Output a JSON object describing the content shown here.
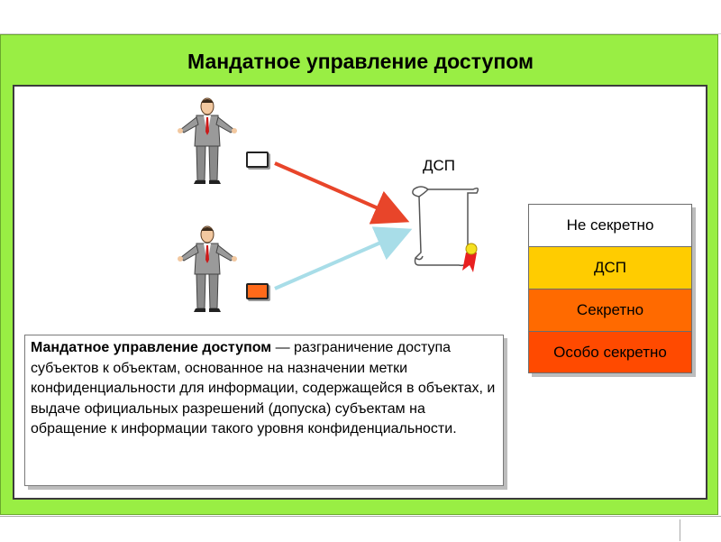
{
  "slide": {
    "title": "Мандатное управление доступом",
    "object_label": "ДСП"
  },
  "levels": [
    {
      "label": "Не секретно",
      "color": "#ffffff"
    },
    {
      "label": "ДСП",
      "color": "#ffcc00"
    },
    {
      "label": "Секретно",
      "color": "#ff6a00"
    },
    {
      "label": "Особо секретно",
      "color": "#ff4a00"
    }
  ],
  "definition": {
    "term": "Мандатное управление доступом",
    "text": " — разграничение доступа субъектов к объектам, основанное на назначении метки конфиденциальности для информации, содержащейся в объектах, и выдаче официальных разрешений (допуска) субъектам на обращение к информации такого уровня конфиденциальности."
  },
  "colors": {
    "panel_green": "#99ee44",
    "arrow_red": "#e8452a",
    "arrow_light_blue": "#a8dde8",
    "accent_orange": "#ff6a1a"
  },
  "icons": {
    "subject": "businessman-icon",
    "object": "scroll-document-icon",
    "seal": "award-seal-icon"
  }
}
